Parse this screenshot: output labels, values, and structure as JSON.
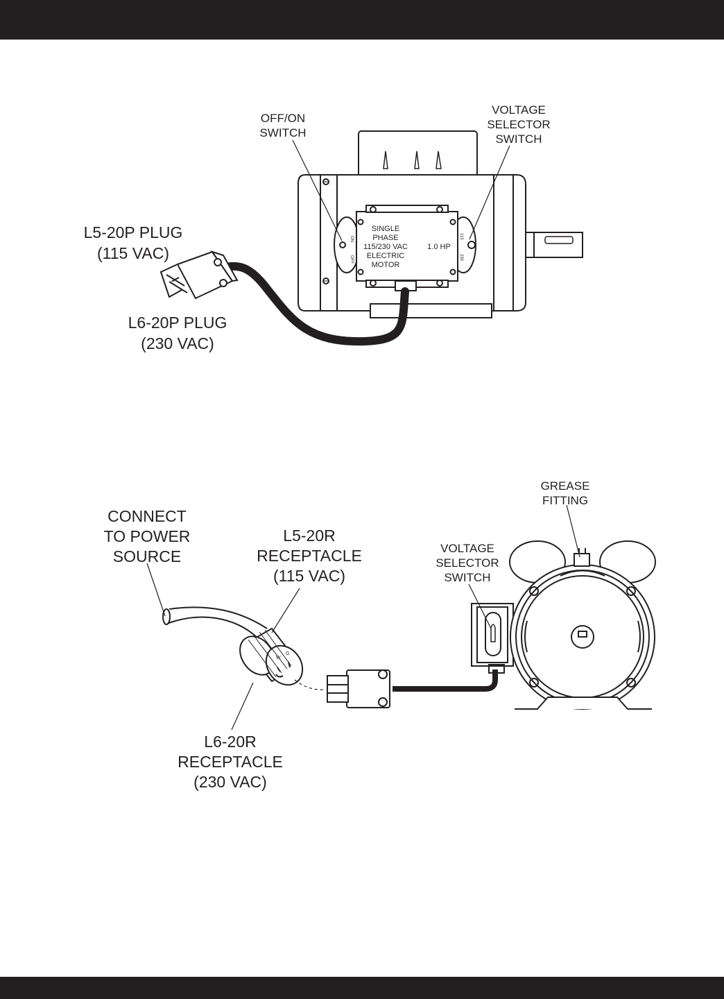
{
  "colors": {
    "ink": "#231f20",
    "paper": "#ffffff",
    "band": "#231f20"
  },
  "figure_top": {
    "callouts": {
      "off_on_switch": [
        "OFF/ON",
        "SWITCH"
      ],
      "voltage_selector": [
        "VOLTAGE",
        "SELECTOR",
        "SWITCH"
      ],
      "l5_plug": [
        "L5-20P PLUG",
        "(115 VAC)"
      ],
      "l6_plug": [
        "L6-20P PLUG",
        "(230 VAC)"
      ]
    },
    "nameplate": {
      "lines": [
        "SINGLE",
        "PHASE",
        "115/230 VAC",
        "ELECTRIC",
        "MOTOR"
      ],
      "hp": "1.0 HP",
      "switch_on": "ON",
      "switch_off": "OFF",
      "selector_115": "115",
      "selector_230": "230"
    }
  },
  "figure_bottom": {
    "callouts": {
      "grease": [
        "GREASE",
        "FITTING"
      ],
      "power": [
        "CONNECT",
        "TO POWER",
        "SOURCE"
      ],
      "l5_receptacle": [
        "L5-20R",
        "RECEPTACLE",
        "(115 VAC)"
      ],
      "voltage_selector": [
        "VOLTAGE",
        "SELECTOR",
        "SWITCH"
      ],
      "l6_receptacle": [
        "L6-20R",
        "RECEPTACLE",
        "(230 VAC)"
      ]
    },
    "receptacle_marks": {
      "w": "W",
      "g": "G"
    }
  }
}
